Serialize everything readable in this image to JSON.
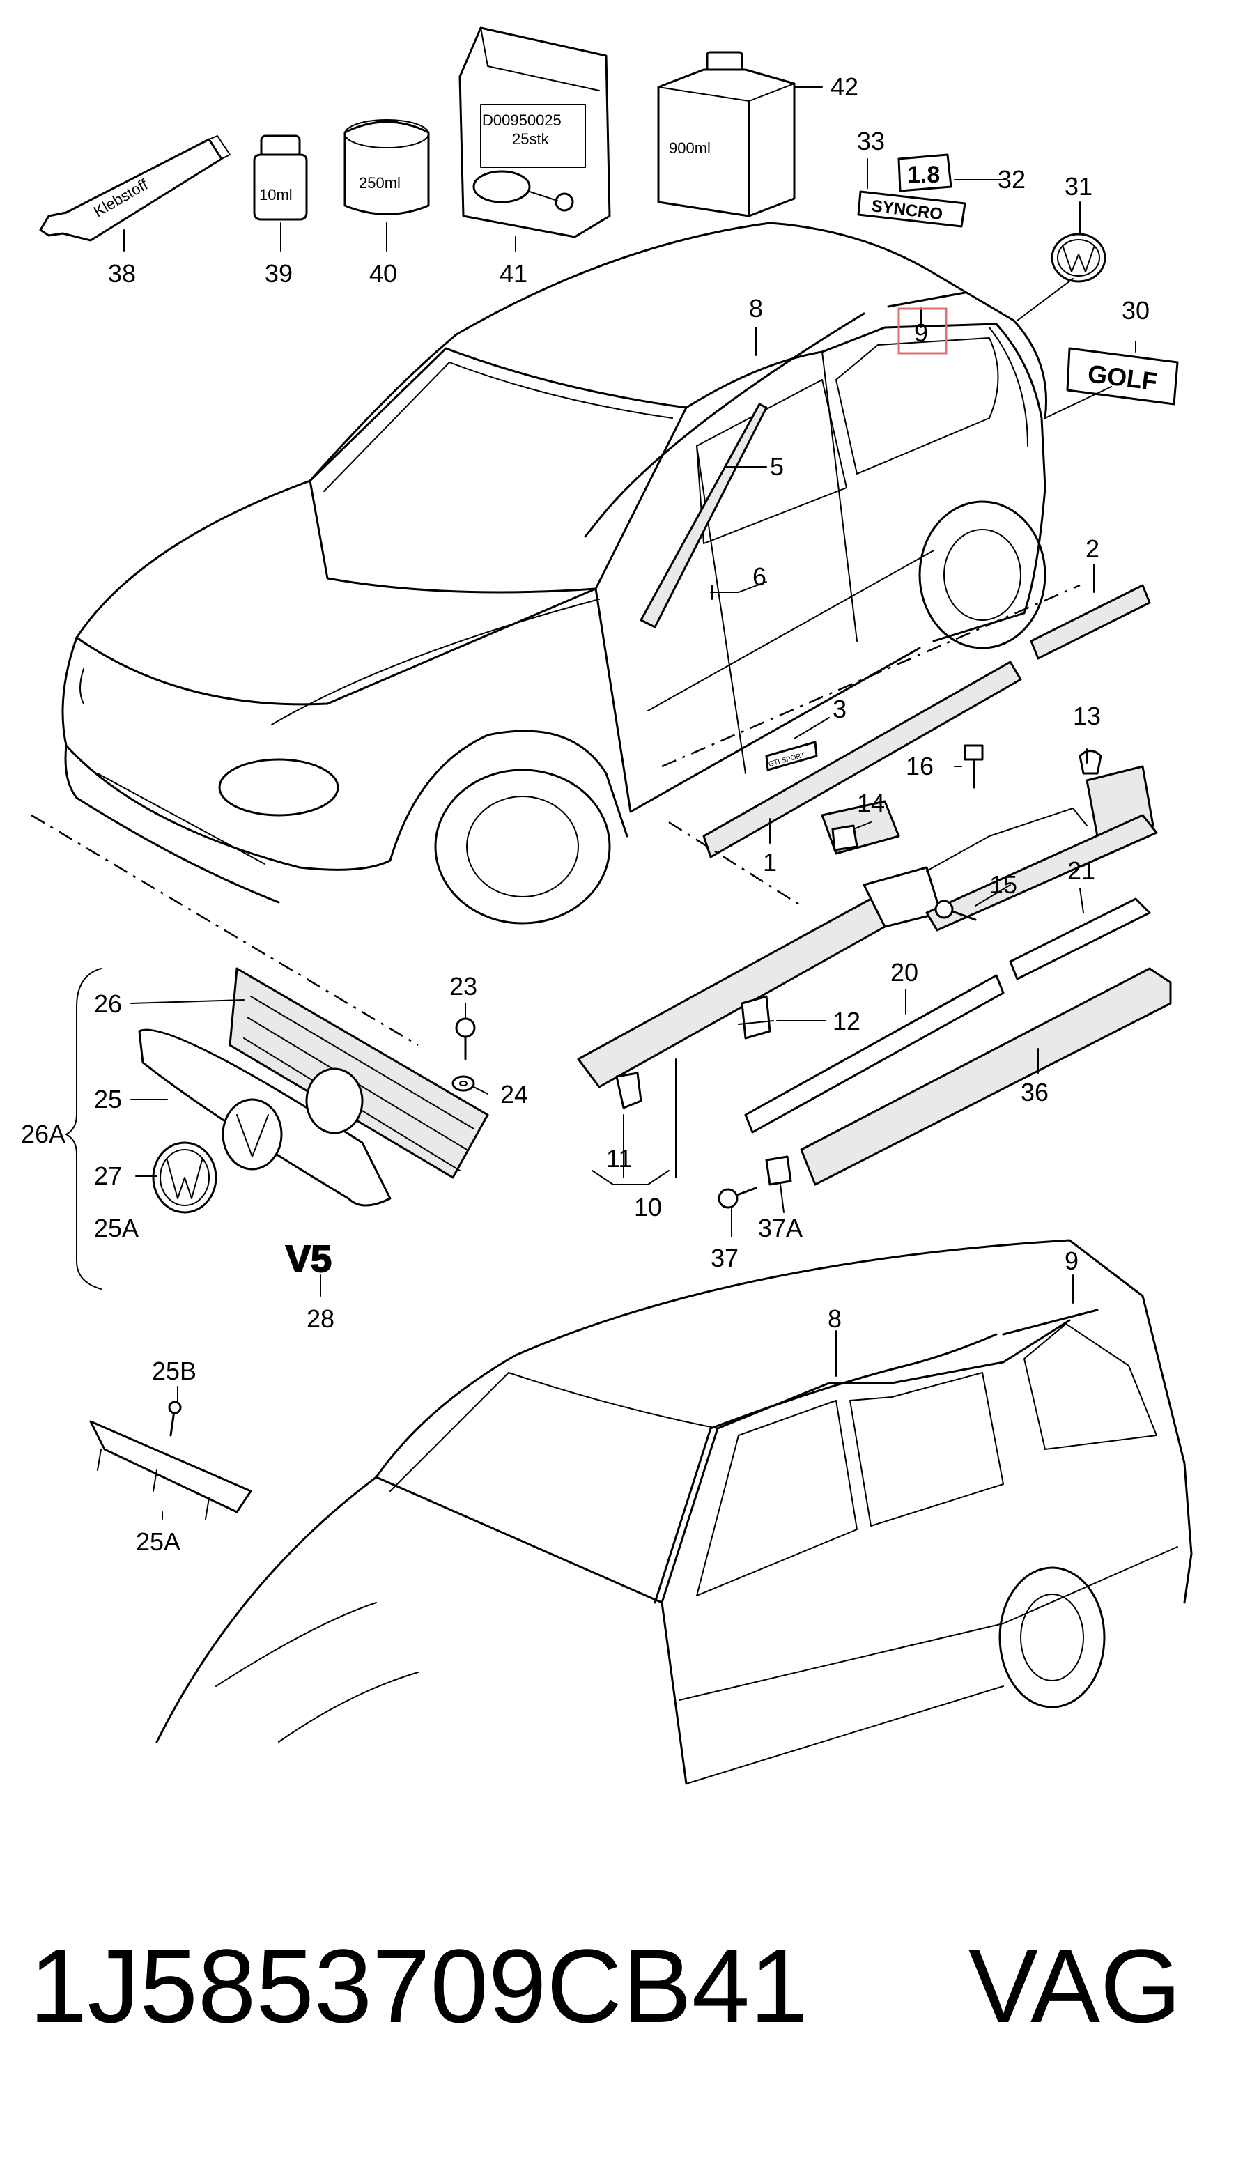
{
  "diagram": {
    "callouts": {
      "c1": "1",
      "c2": "2",
      "c3": "3",
      "c5": "5",
      "c6": "6",
      "c8a": "8",
      "c8b": "8",
      "c9a": "9",
      "c9b": "9",
      "c10": "10",
      "c11": "11",
      "c12": "12",
      "c13": "13",
      "c14": "14",
      "c15": "15",
      "c16": "16",
      "c20": "20",
      "c21": "21",
      "c23": "23",
      "c24": "24",
      "c25": "25",
      "c25A": "25A",
      "c25A2": "25A",
      "c25B": "25B",
      "c26": "26",
      "c26A": "26A",
      "c27": "27",
      "c28": "28",
      "c30": "30",
      "c31": "31",
      "c32": "32",
      "c33": "33",
      "c36": "36",
      "c37": "37",
      "c37A": "37A",
      "c38": "38",
      "c39": "39",
      "c40": "40",
      "c41": "41",
      "c42": "42"
    },
    "part_labels": {
      "tube": "Klebstoff",
      "bottle_small": "10ml",
      "can": "250ml",
      "bag_code": "D00950025",
      "bag_qty": "25stk",
      "jug": "900ml",
      "badge_1_8": "1.8",
      "badge_syncro": "SYNCRO",
      "badge_golf": "GOLF",
      "badge_v5": "V5",
      "badge_sport": "GTI SPORT"
    },
    "highlighted_callout": "9",
    "highlight_color": "#e07070"
  },
  "footer": {
    "part_number": "1J5853709CB41",
    "brand": "VAG"
  }
}
